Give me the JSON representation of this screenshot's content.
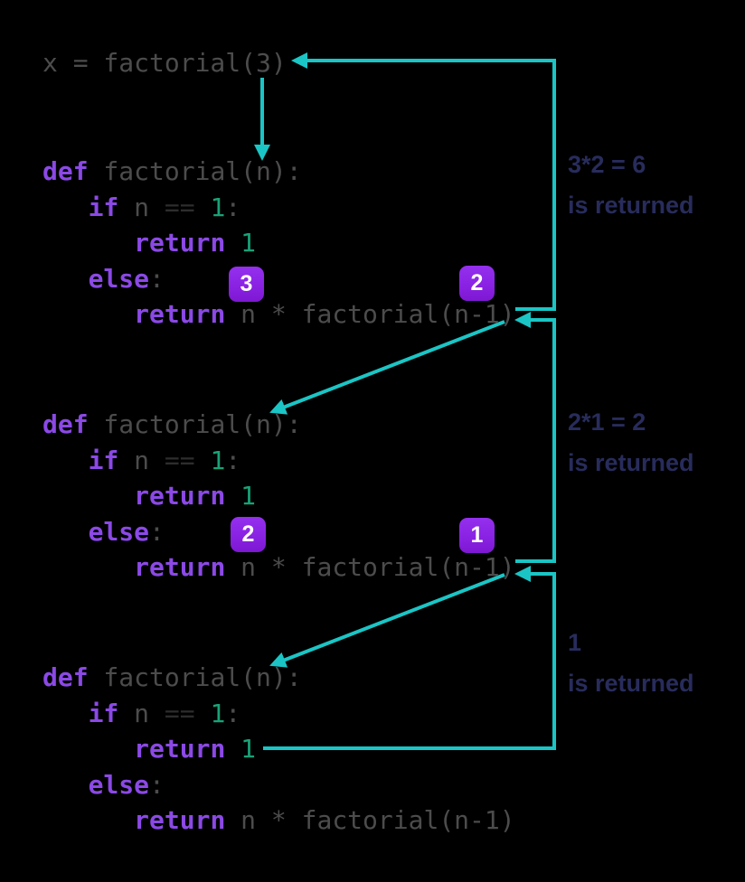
{
  "title": "recursive factorial call diagram",
  "colors": {
    "background": "#000000",
    "arrow_teal": "#1BC5C5",
    "keyword_purple": "#8B49E6",
    "code_plain_gray": "#4C4C4C",
    "operator_dark_gray": "#2D2D2D",
    "number_green": "#18A377",
    "annotation_navy": "#282C5C",
    "badge_purple": "#8A22E3",
    "badge_text": "#FFFFFF"
  },
  "code": {
    "call_line": [
      [
        "pl",
        "x = factorial(3)"
      ]
    ],
    "function_lines": [
      [
        [
          "kw",
          "def"
        ],
        [
          "pl",
          " factorial(n):"
        ]
      ],
      [
        [
          "pl",
          "   "
        ],
        [
          "kw",
          "if"
        ],
        [
          "pl",
          " n "
        ],
        [
          "op",
          "=="
        ],
        [
          "pl",
          " "
        ],
        [
          "num",
          "1"
        ],
        [
          "pl",
          ":"
        ]
      ],
      [
        [
          "pl",
          "      "
        ],
        [
          "kw",
          "return"
        ],
        [
          "pl",
          " "
        ],
        [
          "num",
          "1"
        ]
      ],
      [
        [
          "pl",
          "   "
        ],
        [
          "kw",
          "else"
        ],
        [
          "pl",
          ":"
        ]
      ],
      [
        [
          "pl",
          "      "
        ],
        [
          "kw",
          "return"
        ],
        [
          "pl",
          " n * factorial(n-1)"
        ]
      ]
    ],
    "block_count": 3
  },
  "badges": [
    "3",
    "2",
    "2",
    "1"
  ],
  "annotations": [
    {
      "result": "3*2 = 6",
      "note": "is returned"
    },
    {
      "result": "2*1 = 2",
      "note": "is returned"
    },
    {
      "result": "1",
      "note": "is returned"
    }
  ]
}
